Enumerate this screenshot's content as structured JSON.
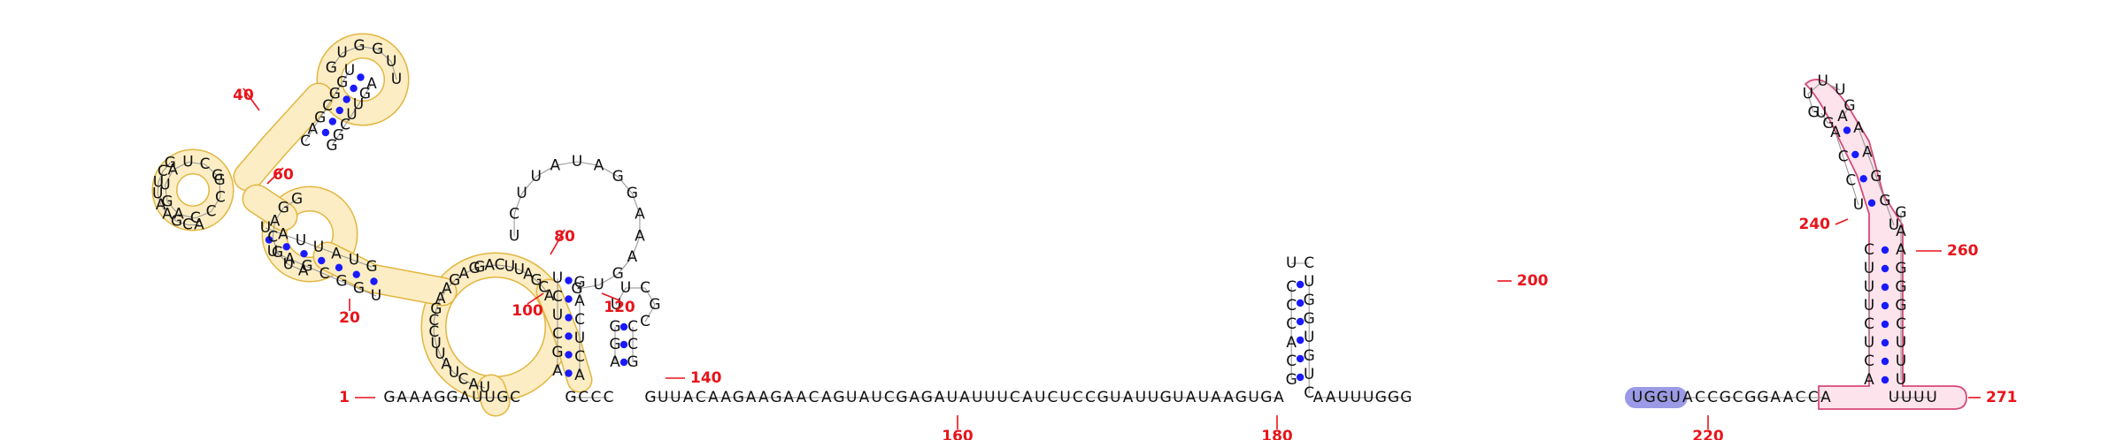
{
  "colors": {
    "pair_dot": "#1a1aff",
    "number": "#e8141b",
    "yellow_fill": "#fcedc4",
    "yellow_stroke": "#e2b640",
    "pink_fill": "#fde3ec",
    "pink_stroke": "#d64a77",
    "purple_fill": "#9a9ae6",
    "text": "#111111"
  },
  "number_labels": [
    "1",
    "20",
    "40",
    "60",
    "80",
    "100",
    "120",
    "140",
    "160",
    "180",
    "200",
    "220",
    "240",
    "260",
    "271"
  ],
  "strand": {
    "five_prime": "GAAAGGA",
    "strand_a": "UUGC",
    "strand_b": "GCCC",
    "linker": "GUUACAAGAAGAACAGUAUCGAGAUAUUUCAUCUCCGUAUUGUAUAAGUGA",
    "after_hairpin1": "AAUUUGGG",
    "highlight": "UGGU",
    "before_hairpin2": "ACCGCGGAACCA",
    "tail": "UUUU"
  },
  "hairpin_200": {
    "stem_5": "GCACCC",
    "loop": "UC",
    "stem_3": "UGGUGUC",
    "closing_5": "U",
    "closing_3": "C"
  },
  "hairpin_260": {
    "stem_5": "ACUCUUUC",
    "stem_3": "GAAGGGCUUU",
    "upper_5": "UCCA",
    "upper_3": "UGGAA",
    "loop": "GUUU",
    "top_5": "GU",
    "top_3": "AG"
  },
  "domain_left": {
    "outer_5": "ACGAAUUCG",
    "middle": "UAUUAUGUAGCGGUAUGCAGG",
    "upper": "CAGCGGUGGCUUGAGCCCAGUAUCGGGACUUAGCA",
    "top_loop": "GUGGUU",
    "central": "UACUAUUCCGAAGAG"
  },
  "domain_right": {
    "stem_5": "AGCUCU",
    "stem_3": "GACUCA",
    "big_loop": "UCUUAUAGGAAAGUG",
    "small_stem_5": "AGG",
    "small_stem_3": "CCG",
    "small_loop": "UUCGC"
  }
}
